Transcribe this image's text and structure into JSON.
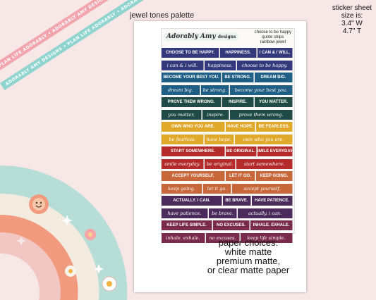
{
  "header": {
    "palette_label": "jewel tones palette"
  },
  "size_info": {
    "line1": "sticker sheet",
    "line2": "size is:",
    "width": "3.4\" W",
    "height": "4.7\" T"
  },
  "ribbons": {
    "top": "PLAN LIFE ADORABLY • ADORABLY AMY DESIGNS • PLAN LIFE ADORABLY",
    "bottom": "ADORABLY AMY DESIGNS • PLAN LIFE ADORABLY • ADORABLY AMY DESIGNS"
  },
  "sheet": {
    "logo": "Adorably Amy",
    "logo_sub": "designs",
    "title_lines": [
      "choose to be happy",
      "quote strips",
      "rainbow jewel"
    ],
    "rows": [
      {
        "color": "#33397a",
        "strips": [
          {
            "t": "CHOOSE TO BE HAPPY.",
            "w": 82,
            "s": false
          },
          {
            "t": "HAPPINESS.",
            "w": 52,
            "s": false
          },
          {
            "t": "I CAN & I WILL.",
            "w": 50,
            "s": false
          }
        ]
      },
      {
        "color": "#33397a",
        "strips": [
          {
            "t": "i can & i will.",
            "w": 60,
            "s": true
          },
          {
            "t": "happiness.",
            "w": 45,
            "s": true
          },
          {
            "t": "choose to be happy.",
            "w": 79,
            "s": true
          }
        ]
      },
      {
        "color": "#1f5f86",
        "strips": [
          {
            "t": "BECOME YOUR BEST YOU.",
            "w": 85,
            "s": false
          },
          {
            "t": "BE STRONG.",
            "w": 45,
            "s": false
          },
          {
            "t": "DREAM BIG.",
            "w": 54,
            "s": false
          }
        ]
      },
      {
        "color": "#1f5f86",
        "strips": [
          {
            "t": "dream big.",
            "w": 55,
            "s": true
          },
          {
            "t": "be strong.",
            "w": 40,
            "s": true
          },
          {
            "t": "become your best you.",
            "w": 89,
            "s": true
          }
        ]
      },
      {
        "color": "#1f4a46",
        "strips": [
          {
            "t": "PROVE THEM WRONG.",
            "w": 85,
            "s": false
          },
          {
            "t": "INSPIRE.",
            "w": 45,
            "s": false
          },
          {
            "t": "YOU MATTER.",
            "w": 54,
            "s": false
          }
        ]
      },
      {
        "color": "#1f4a46",
        "strips": [
          {
            "t": "you matter.",
            "w": 57,
            "s": true
          },
          {
            "t": "inspire.",
            "w": 38,
            "s": true
          },
          {
            "t": "prove them wrong.",
            "w": 89,
            "s": true
          }
        ]
      },
      {
        "color": "#e0a92a",
        "strips": [
          {
            "t": "OWN WHO YOU ARE.",
            "w": 90,
            "s": false
          },
          {
            "t": "HAVE HOPE.",
            "w": 42,
            "s": false
          },
          {
            "t": "BE FEARLESS.",
            "w": 52,
            "s": false
          }
        ]
      },
      {
        "color": "#e0a92a",
        "strips": [
          {
            "t": "be fearless.",
            "w": 60,
            "s": true
          },
          {
            "t": "have hope.",
            "w": 42,
            "s": true
          },
          {
            "t": "own who you are.",
            "w": 82,
            "s": true
          }
        ]
      },
      {
        "color": "#b52b2b",
        "strips": [
          {
            "t": "START SOMEWHERE.",
            "w": 90,
            "s": false
          },
          {
            "t": "BE ORIGINAL.",
            "w": 44,
            "s": false
          },
          {
            "t": "SMILE EVERYDAY.",
            "w": 50,
            "s": false
          }
        ]
      },
      {
        "color": "#b52b2b",
        "strips": [
          {
            "t": "smile everyday.",
            "w": 60,
            "s": true
          },
          {
            "t": "be original.",
            "w": 44,
            "s": true
          },
          {
            "t": "start somewhere.",
            "w": 80,
            "s": true
          }
        ]
      },
      {
        "color": "#c7673a",
        "strips": [
          {
            "t": "ACCEPT YOURSELF.",
            "w": 90,
            "s": false
          },
          {
            "t": "LET IT GO.",
            "w": 42,
            "s": false
          },
          {
            "t": "KEEP GOING.",
            "w": 52,
            "s": false
          }
        ]
      },
      {
        "color": "#c7673a",
        "strips": [
          {
            "t": "keep going.",
            "w": 58,
            "s": true
          },
          {
            "t": "let it go.",
            "w": 40,
            "s": true
          },
          {
            "t": "accept yourself.",
            "w": 86,
            "s": true
          }
        ]
      },
      {
        "color": "#4b2a5c",
        "strips": [
          {
            "t": "ACTUALLY. I CAN.",
            "w": 86,
            "s": false
          },
          {
            "t": "BE BRAVE.",
            "w": 40,
            "s": false
          },
          {
            "t": "HAVE PATIENCE.",
            "w": 58,
            "s": false
          }
        ]
      },
      {
        "color": "#4b2a5c",
        "strips": [
          {
            "t": "have patience.",
            "w": 66,
            "s": true
          },
          {
            "t": "be brave.",
            "w": 40,
            "s": true
          },
          {
            "t": "actually. i can.",
            "w": 78,
            "s": true
          }
        ]
      },
      {
        "color": "#7a2a4a",
        "strips": [
          {
            "t": "KEEP LIFE SIMPLE.",
            "w": 72,
            "s": false
          },
          {
            "t": "NO EXCUSES.",
            "w": 52,
            "s": false
          },
          {
            "t": "INHALE. EXHALE.",
            "w": 60,
            "s": false
          }
        ]
      },
      {
        "color": "#7a2a4a",
        "strips": [
          {
            "t": "inhale. exhale.",
            "w": 62,
            "s": true
          },
          {
            "t": "no excuses.",
            "w": 48,
            "s": true
          },
          {
            "t": "keep life simple.",
            "w": 74,
            "s": true
          }
        ]
      }
    ]
  },
  "paper": {
    "line1": "paper choices:",
    "line2": "white matte",
    "line3": "premium matte,",
    "line4": "or clear matte paper"
  },
  "colors": {
    "background": "#f7e7e6",
    "ribbon_pink": "#f2a5ad",
    "ribbon_teal": "#8fd4cf"
  }
}
